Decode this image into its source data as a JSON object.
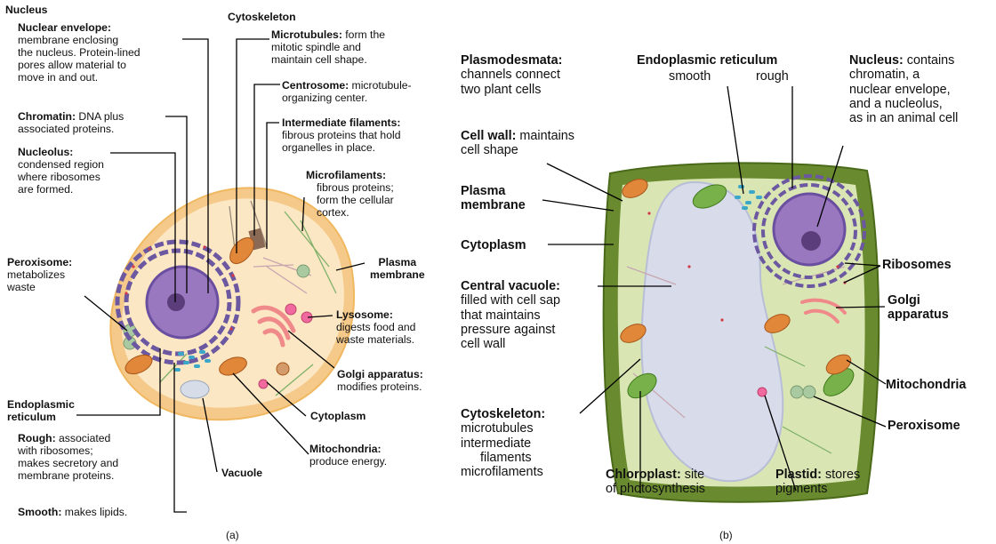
{
  "panel_labels": {
    "a": "(a)",
    "b": "(b)"
  },
  "animal_cell": {
    "nucleus": {
      "title": "Nucleus"
    },
    "nuclear_envelope": {
      "term": "Nuclear envelope:",
      "l1": " ",
      "l2": "membrane enclosing",
      "l3": "the nucleus. Protein-lined",
      "l4": "pores allow material to",
      "l5": "move in and out."
    },
    "chromatin": {
      "term": "Chromatin:",
      "desc": " DNA plus",
      "l2": "associated proteins."
    },
    "nucleolus": {
      "term": "Nucleolus:",
      "l2": "condensed region",
      "l3": "where ribosomes",
      "l4": "are formed."
    },
    "peroxisome": {
      "term": "Peroxisome:",
      "l2": "metabolizes",
      "l3": "waste"
    },
    "er": {
      "term1": "Endoplasmic",
      "term2": "reticulum"
    },
    "rough": {
      "term": "Rough:",
      "desc": " associated",
      "l2": "with ribosomes;",
      "l3": "makes secretory and",
      "l4": "membrane proteins."
    },
    "smooth": {
      "term": "Smooth:",
      "desc": " makes lipids."
    },
    "vacuole": {
      "term": "Vacuole"
    },
    "cytoskeleton": {
      "title": "Cytoskeleton"
    },
    "microtubules": {
      "term": "Microtubules:",
      "desc": " form the",
      "l2": "mitotic spindle and",
      "l3": "maintain cell shape."
    },
    "centrosome": {
      "term": "Centrosome:",
      "desc": " microtubule-",
      "l2": "organizing center."
    },
    "intermediate": {
      "term": "Intermediate filaments:",
      "l2": "fibrous proteins that hold",
      "l3": "organelles in place."
    },
    "microfilaments": {
      "term": "Microfilaments:",
      "l2": "fibrous proteins;",
      "l3": "form the cellular",
      "l4": "cortex."
    },
    "plasma": {
      "l1": "Plasma",
      "l2": "membrane"
    },
    "lysosome": {
      "term": "Lysosome:",
      "l2": "digests food and",
      "l3": "waste materials."
    },
    "golgi": {
      "term": "Golgi apparatus:",
      "l2": "modifies proteins."
    },
    "cytoplasm": {
      "term": "Cytoplasm"
    },
    "mitochondria": {
      "term": "Mitochondria:",
      "l2": "produce energy."
    }
  },
  "plant_cell": {
    "plasmodesmata": {
      "term": "Plasmodesmata:",
      "l2": "channels connect",
      "l3": "two plant cells"
    },
    "er": {
      "title": "Endoplasmic reticulum",
      "smooth": "smooth",
      "rough": "rough"
    },
    "nucleus": {
      "term": "Nucleus:",
      "desc": " contains",
      "l2": "chromatin, a",
      "l3": "nuclear envelope,",
      "l4": "and a nucleolus,",
      "l5": "as in an animal cell"
    },
    "cell_wall": {
      "term": "Cell wall:",
      "desc": " maintains",
      "l2": "cell shape"
    },
    "plasma": {
      "l1": "Plasma",
      "l2": "membrane"
    },
    "cytoplasm": {
      "term": "Cytoplasm"
    },
    "central_vacuole": {
      "term": "Central vacuole:",
      "l2": "filled with cell sap",
      "l3": "that maintains",
      "l4": "pressure against",
      "l5": "cell wall"
    },
    "cytoskeleton": {
      "term": "Cytoskeleton:",
      "l2": "microtubules",
      "l3": "intermediate",
      "l4": "filaments",
      "l5": "microfilaments"
    },
    "chloroplast": {
      "term": "Chloroplast:",
      "desc": " site",
      "l2": "of photosynthesis"
    },
    "plastid": {
      "term": "Plastid:",
      "desc": " stores",
      "l2": "pigments"
    },
    "ribosomes": {
      "term": "Ribosomes"
    },
    "golgi": {
      "l1": "Golgi",
      "l2": "apparatus"
    },
    "mitochondria": {
      "term": "Mitochondria"
    },
    "peroxisome": {
      "term": "Peroxisome"
    }
  }
}
